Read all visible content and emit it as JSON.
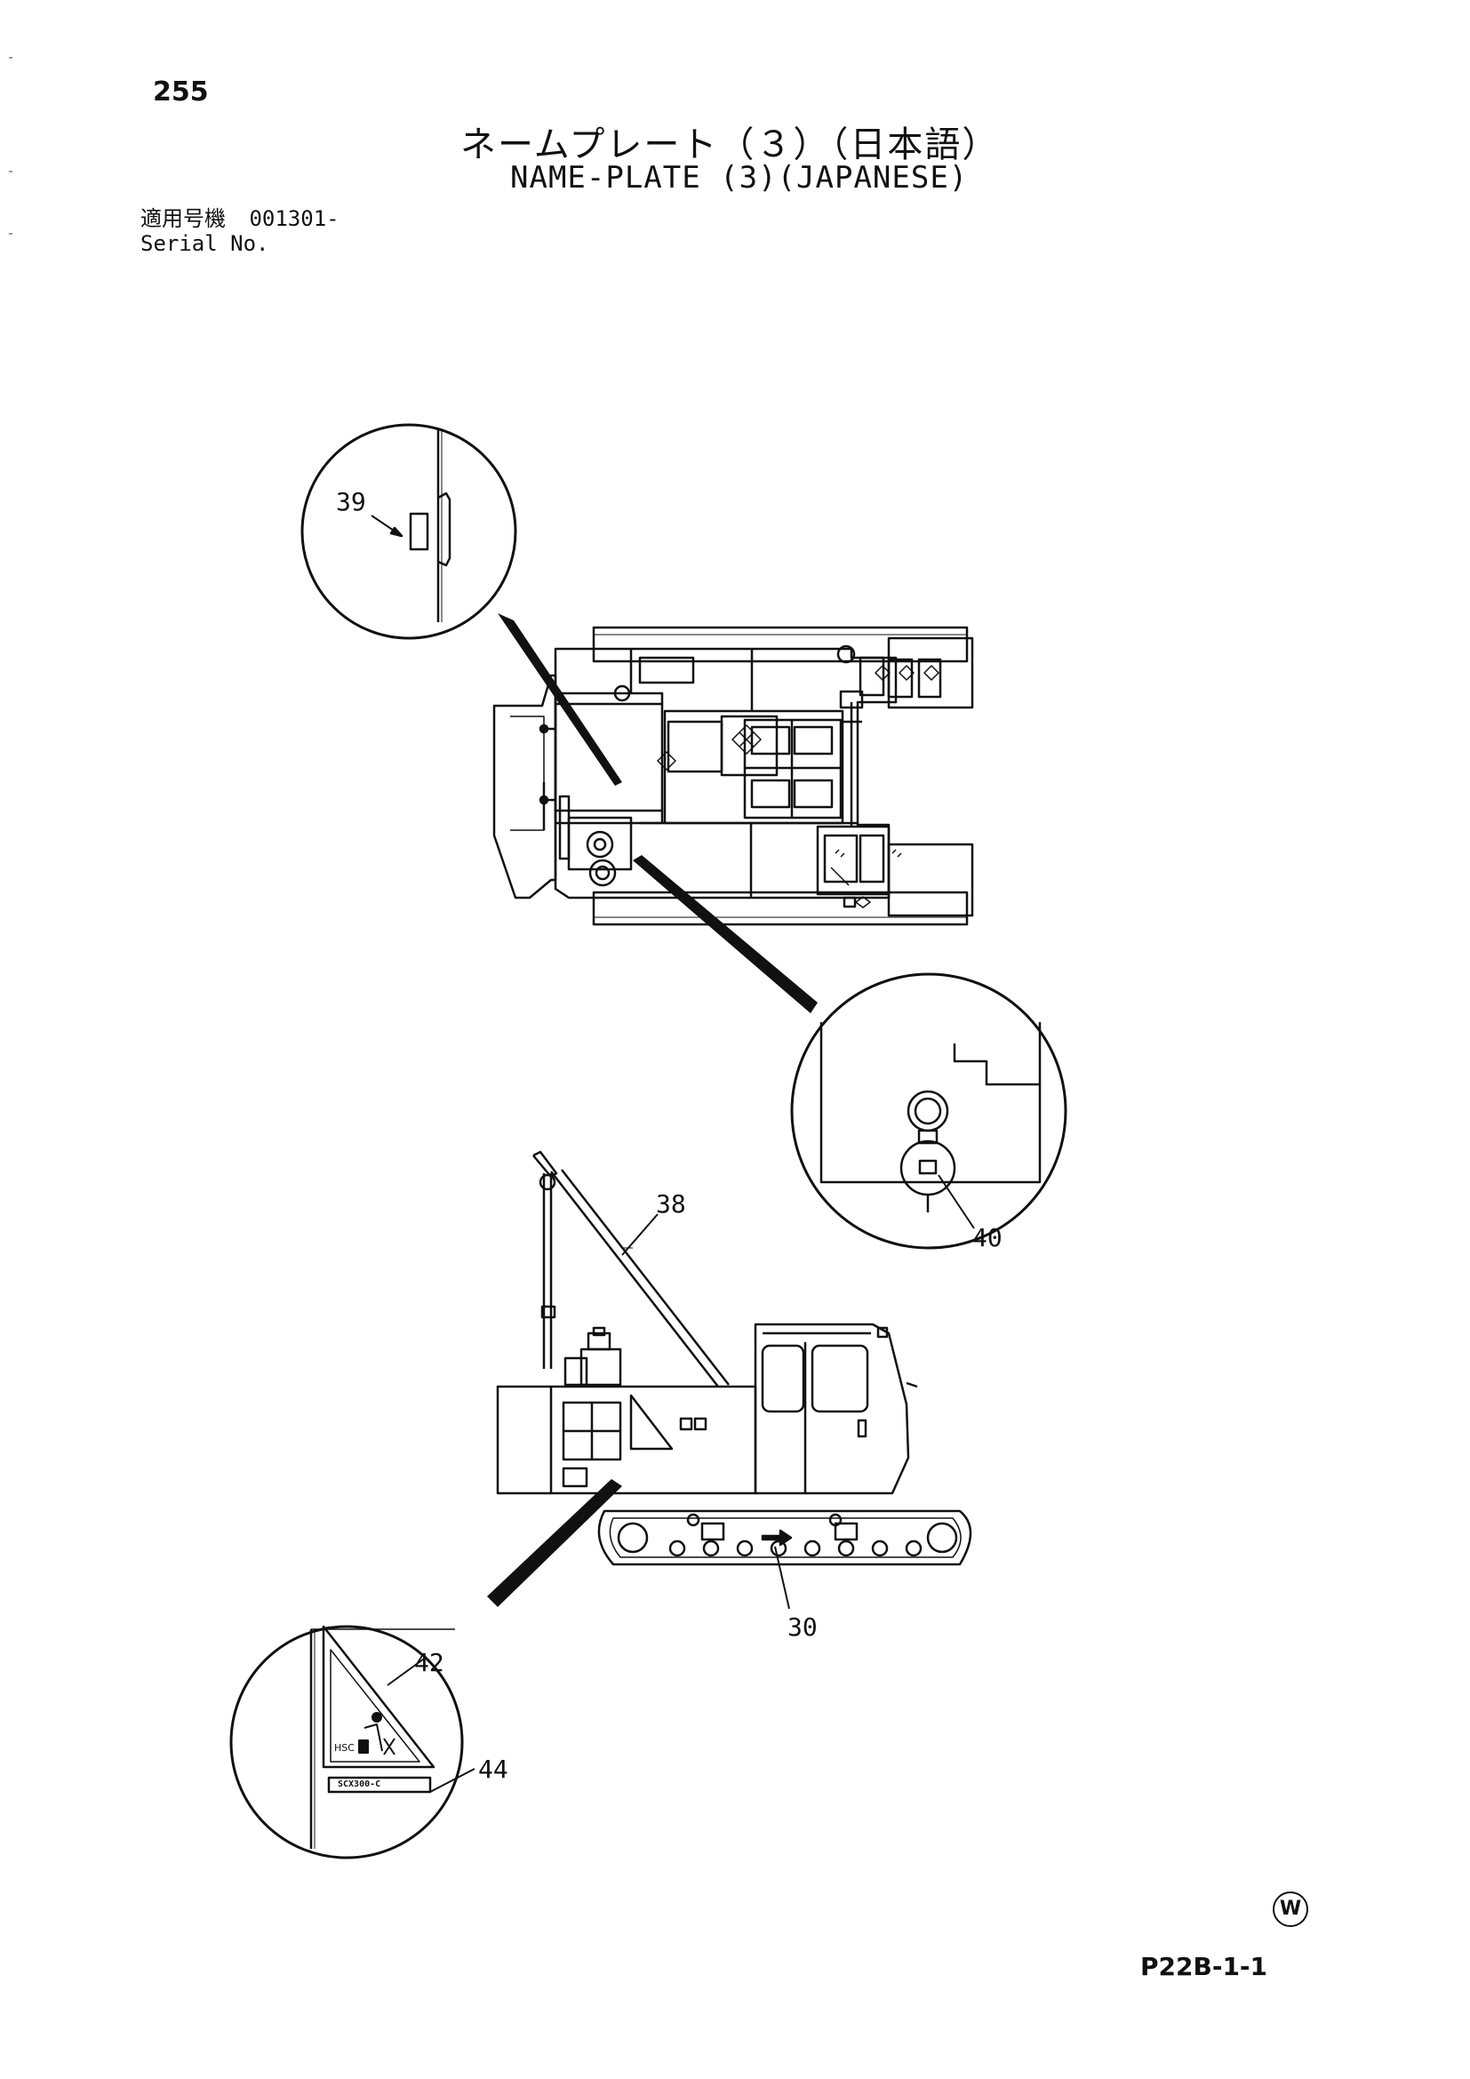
{
  "page_number": "255",
  "title_japanese": "ネームプレート（３）（日本語）",
  "title_english": "NAME-PLATE (3)(JAPANESE)",
  "serial": {
    "label_jp": "適用号機",
    "number": "001301-",
    "label_en": "Serial No."
  },
  "callouts": {
    "c30": "30",
    "c38": "38",
    "c39": "39",
    "c40": "40",
    "c42": "42",
    "c44": "44"
  },
  "plate_texts": {
    "hsc": "HSC",
    "model_plate": "SCX300-C"
  },
  "footer": {
    "page_code": "P22B-1-1",
    "mark": "W"
  }
}
